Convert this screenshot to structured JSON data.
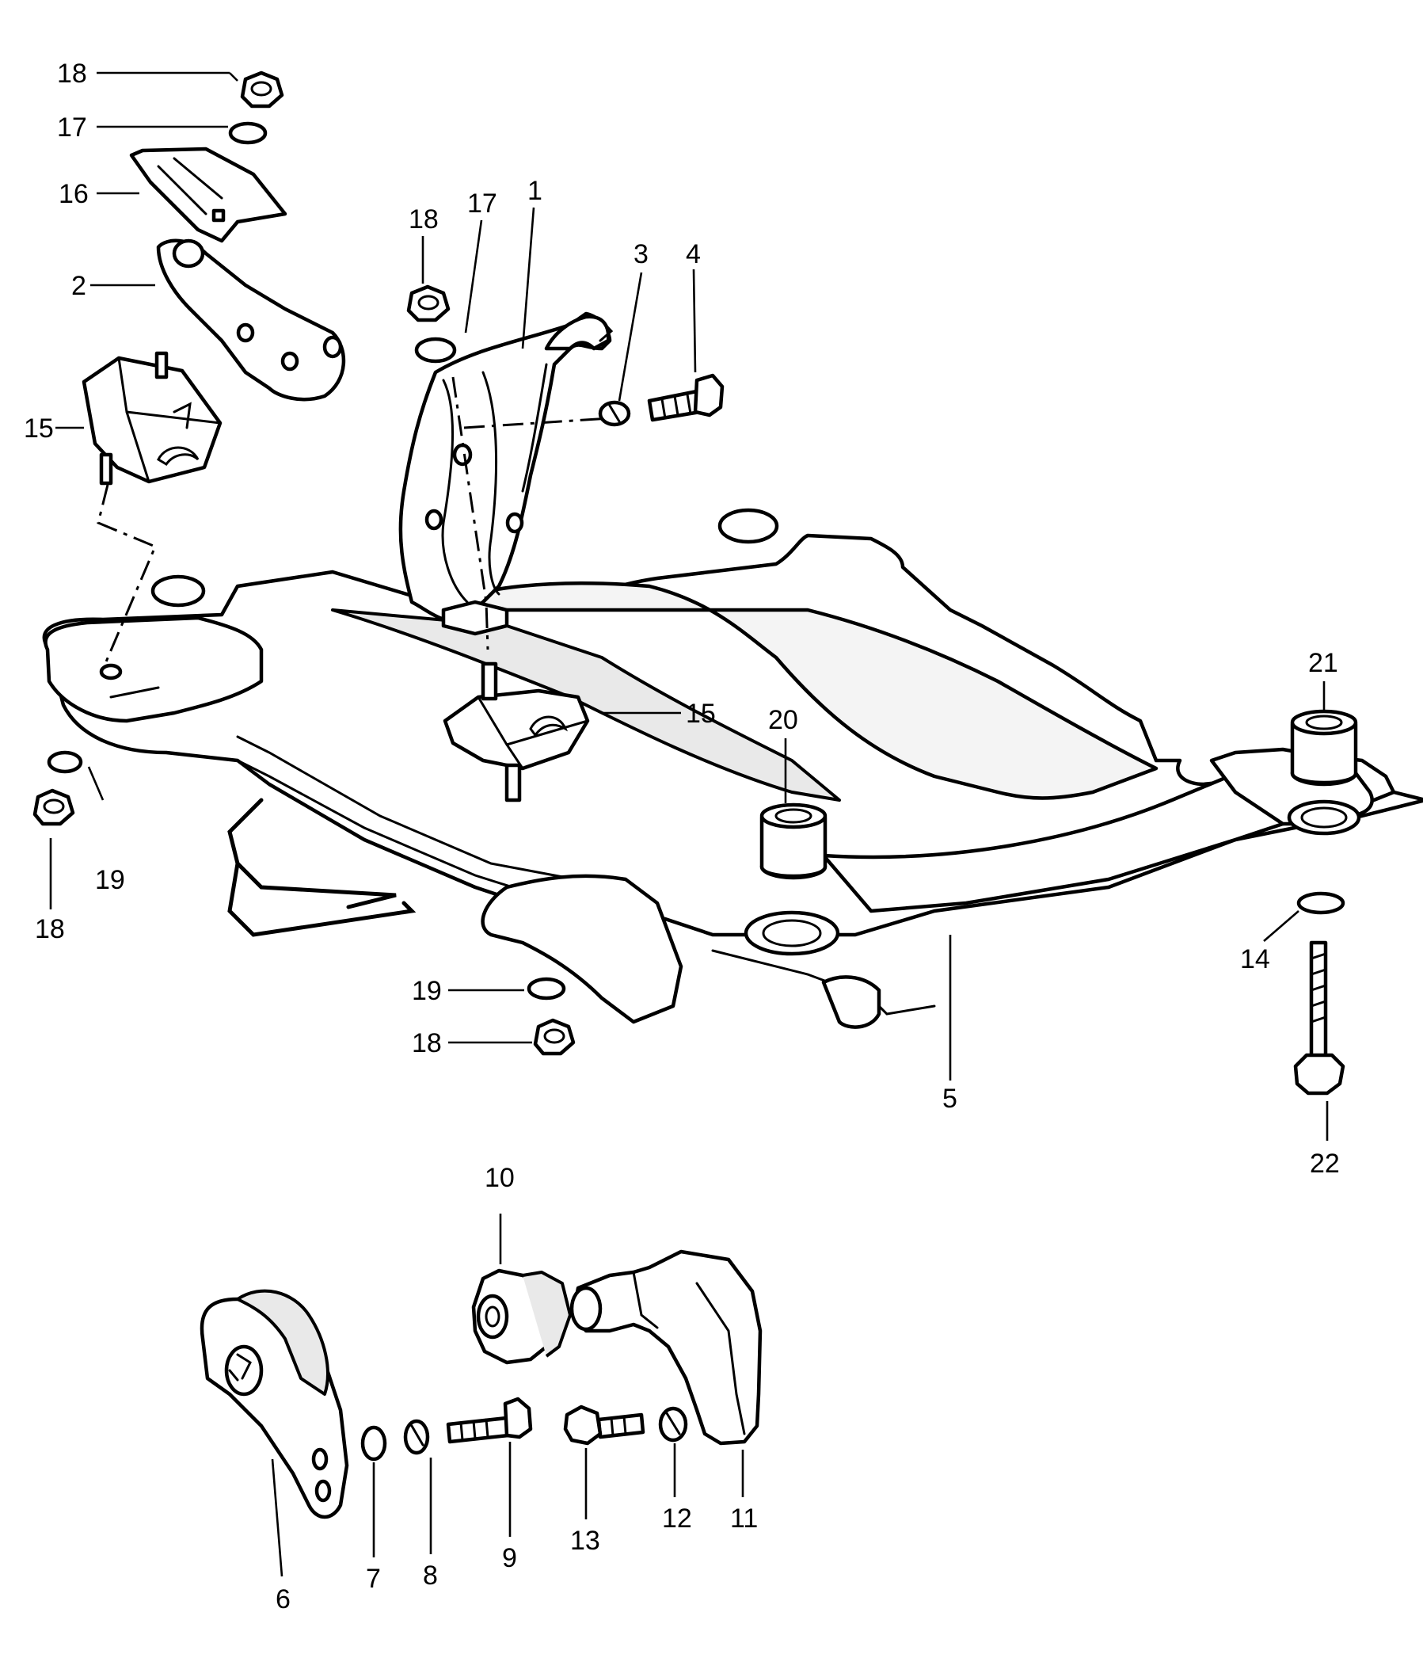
{
  "diagram": {
    "labels": {
      "l1": "1",
      "l2": "2",
      "l3": "3",
      "l4": "4",
      "l5": "5",
      "l6": "6",
      "l7": "7",
      "l8": "8",
      "l9": "9",
      "l10": "10",
      "l11": "11",
      "l12": "12",
      "l13": "13",
      "l14": "14",
      "l15a": "15",
      "l15b": "15",
      "l16": "16",
      "l17a": "17",
      "l17b": "17",
      "l18a": "18",
      "l18b": "18",
      "l18c": "18",
      "l18d": "18",
      "l19a": "19",
      "l19b": "19",
      "l20": "20",
      "l21": "21",
      "l22": "22"
    }
  }
}
